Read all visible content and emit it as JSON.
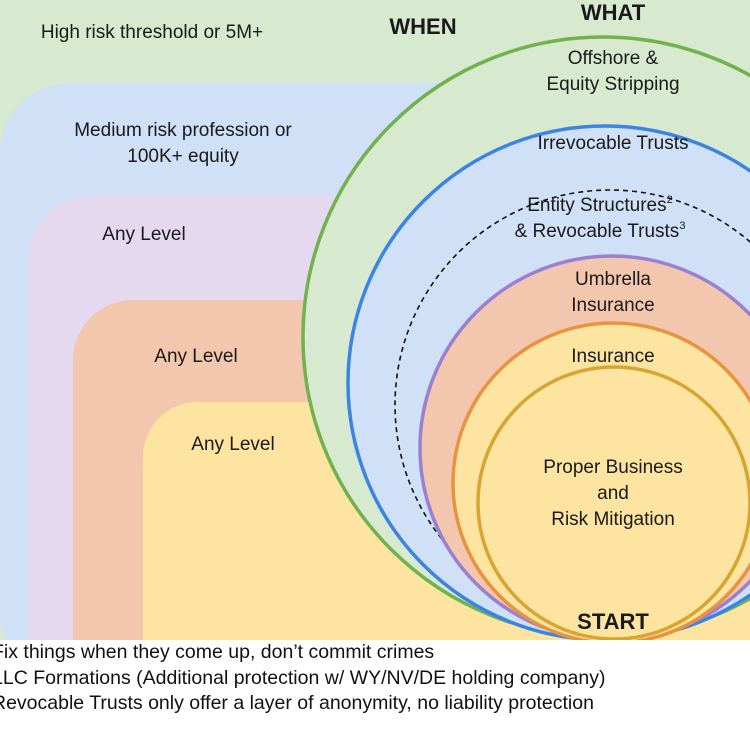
{
  "headers": {
    "when": "WHEN",
    "what": "WHAT",
    "start": "START"
  },
  "tiers": [
    {
      "when": "High risk threshold or 5M+",
      "what_lines": [
        "Offshore &",
        "Equity Stripping"
      ],
      "color": "#d7e9cf",
      "stroke": "#71b14e"
    },
    {
      "when_lines": [
        "Medium risk profession or",
        "100K+ equity"
      ],
      "what": "Irrevocable Trusts",
      "color": "#cfe0f7",
      "stroke": "#3b84e4"
    },
    {
      "when": "Any Level",
      "what_lines": [
        "Entity Structures",
        "& Revocable Trusts"
      ],
      "what_sups": [
        "2",
        "3"
      ],
      "color": "#e5d9ef",
      "stroke": "#111111"
    },
    {
      "when": "Any Level",
      "what_lines": [
        "Umbrella",
        "Insurance"
      ],
      "color": "#f3c7ad",
      "stroke": "#9b7fd1"
    },
    {
      "when": "Any Level",
      "what": "Insurance",
      "color": "#fde4a0",
      "stroke": "#e79340"
    },
    {
      "what_lines": [
        "Proper Business",
        "and",
        "Risk Mitigation"
      ],
      "color": "#fde4a0",
      "stroke": "#d7a531"
    }
  ],
  "footnotes": [
    "Fix things when they come up, don’t commit crimes",
    "LLC Formations (Additional protection w/ WY/NV/DE holding company)",
    "Revocable Trusts only offer a layer of anonymity, no liability protection"
  ]
}
